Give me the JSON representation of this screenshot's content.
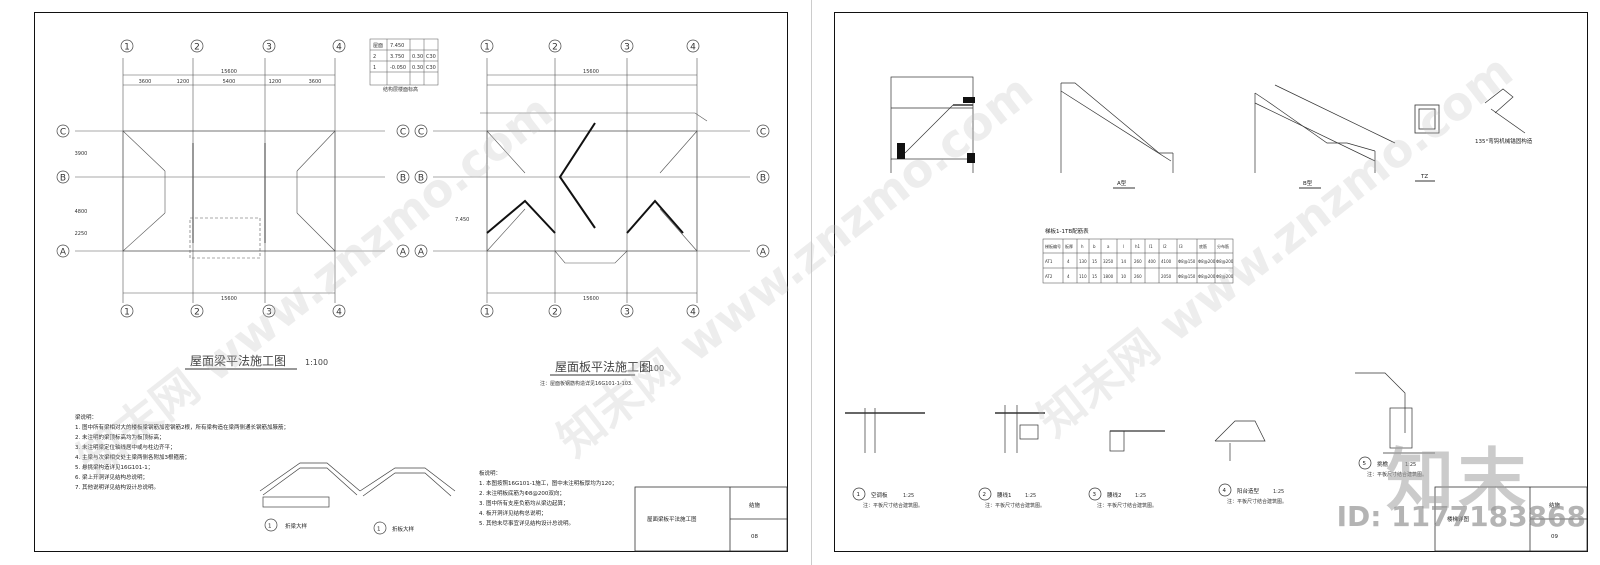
{
  "left_sheet": {
    "axis_top": [
      "1",
      "2",
      "3",
      "4"
    ],
    "axis_side": [
      "C",
      "B",
      "A"
    ],
    "dims_top": [
      "15600",
      "3600",
      "1200",
      "5400",
      "1200",
      "3600"
    ],
    "dims_side": [
      "3900",
      "4800",
      "2250"
    ],
    "beam_plan_title": "屋面梁平法施工图",
    "beam_plan_scale": "1:100",
    "slab_plan_title": "屋面板平法施工图",
    "slab_plan_scale": "1:100",
    "slab_note": "注：屋面板钢筋构造详见16G101-1-103.",
    "elev_table": {
      "rows": [
        [
          "屋面",
          "7.450",
          "",
          ""
        ],
        [
          "2",
          "3.750",
          "0.30",
          "C30"
        ],
        [
          "1",
          "-0.050",
          "0.30",
          "C30"
        ]
      ],
      "caption": "结构层楼面标高"
    },
    "levels": [
      "7.450",
      "3.750"
    ],
    "notes_title": "梁说明：",
    "notes": [
      "1. 图中所有梁相对大的楼板梁钢筋加密钢筋2根，所有梁构造在梁两侧通长钢筋加腋筋；",
      "2. 未注明的梁顶标高均为板顶标高；",
      "3. 未注明梁定位轴线居中或与柱边齐平；",
      "4. 主梁与次梁相交处主梁两侧各附加3根箍筋；",
      "5. 悬挑梁构造详见16G101-1；",
      "6. 梁上开洞详见结构总说明；",
      "7. 其他说明详见结构设计总说明。"
    ],
    "notes2_title": "板说明：",
    "notes2": [
      "1. 本图按照16G101-1施工，图中未注明板厚均为120；",
      "2. 未注明板底筋为Φ8@200双向；",
      "3. 图中所有支座负筋均从梁边起算；",
      "4. 板开洞详见结构总说明；",
      "5. 其他未尽事宜详见结构设计总说明。"
    ],
    "detail1_label": "1",
    "detail1_title": "折梁大样",
    "detail2_label": "1",
    "detail2_title": "折板大样",
    "title_block": {
      "drawing_name": "屋面梁板平法施工图",
      "sheet_label": "结施",
      "sheet_no": "08"
    }
  },
  "right_sheet": {
    "section_a_title": "A型",
    "section_b_title": "B型",
    "tz_title": "TZ",
    "hook_title": "135°弯钩机械锚固构造",
    "stair_table_title": "梯板1-1TB配筋表",
    "stair_table": {
      "header": [
        "梯板编号",
        "板厚",
        "h",
        "b",
        "a",
        "l",
        "h1",
        "l1",
        "l2",
        "l3",
        "底筋",
        "分布筋",
        "面筋"
      ],
      "rows": [
        [
          "AT1",
          "4",
          "130",
          "15",
          "3250",
          "14",
          "260",
          "400",
          "4100",
          "Φ8@150",
          "Φ8@200",
          "Φ8@200"
        ],
        [
          "AT2",
          "4",
          "110",
          "15",
          "1800",
          "10",
          "260",
          "",
          "2050",
          "Φ8@150",
          "Φ8@200",
          "Φ8@200"
        ]
      ]
    },
    "details": [
      {
        "num": "1",
        "title": "空调板",
        "scale": "1:25",
        "note": "注：平板尺寸结合建筑图。"
      },
      {
        "num": "2",
        "title": "腰线1",
        "scale": "1:25",
        "note": "注：平板尺寸结合建筑图。"
      },
      {
        "num": "3",
        "title": "腰线2",
        "scale": "1:25",
        "note": "注：平板尺寸结合建筑图。"
      },
      {
        "num": "4",
        "title": "阳台造型",
        "scale": "1:25",
        "note": "注：平板尺寸结合建筑图。"
      },
      {
        "num": "5",
        "title": "挑檐",
        "scale": "1:25",
        "note": "注：平板尺寸结合建筑图。"
      }
    ],
    "title_block": {
      "drawing_name": "楼梯详图",
      "sheet_label": "结施",
      "sheet_no": "09"
    }
  },
  "watermarks": [
    "知末网 www.znzmo.com",
    "知末网 www.znzmo.com",
    "知末网 www.znzmo.com"
  ],
  "brand": "知末",
  "brand_id": "ID: 1177183868"
}
